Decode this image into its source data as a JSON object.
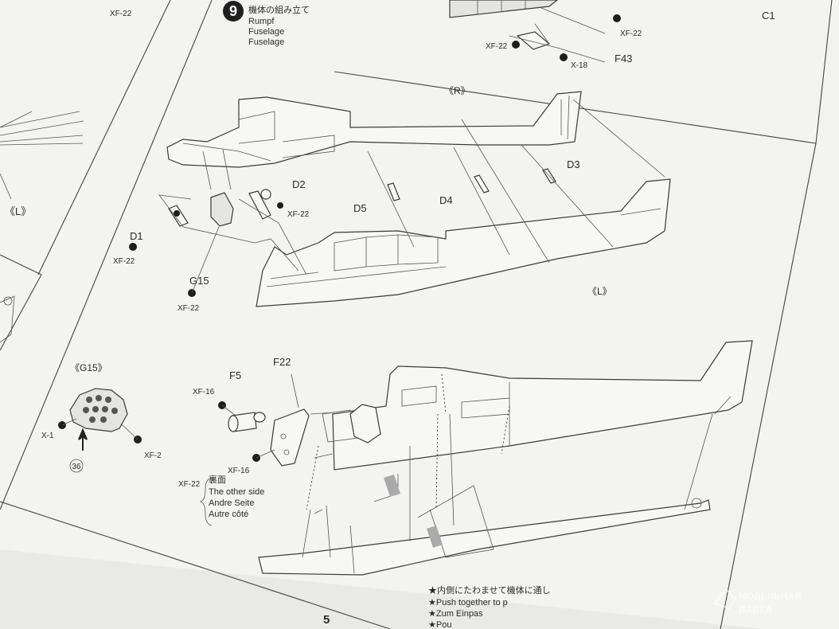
{
  "step": {
    "number": "9",
    "title_ja": "機体の組み立て",
    "title_de": "Rumpf",
    "title_en": "Fuselage",
    "title_fr": "Fuselage"
  },
  "top_fragment_labels": {
    "xf22_left": "XF-22",
    "xf22_right": "XF-22",
    "xf22_b": "XF-22",
    "x18": "X-18",
    "f43": "F43",
    "c1": "C1",
    "l_left": "《L》"
  },
  "upper_diagram": {
    "r_mark": "《R》",
    "l_mark": "《L》",
    "d1": "D1",
    "d1_paint": "XF-22",
    "d2": "D2",
    "d2_paint": "XF-22",
    "d3": "D3",
    "d4": "D4",
    "d5": "D5",
    "g15": "G15",
    "g15_paint": "XF-22"
  },
  "lower_diagram": {
    "g15_detail": "《G15》",
    "x1": "X-1",
    "xf2": "XF-2",
    "ref_step": "36",
    "f5": "F5",
    "f5_paint": "XF-16",
    "f22": "F22",
    "f22_paint": "XF-16",
    "otherside_paint": "XF-22",
    "otherside_ja": "裏面",
    "otherside_en": "The other side",
    "otherside_de": "Andre Seite",
    "otherside_fr": "Autre côté",
    "note1_ja": "★内側にたわませて機体に通し",
    "note1_en": "★Push together to p",
    "note1_de": "★Zum Einpas",
    "note1_fr": "★Pou"
  },
  "page_number": "5",
  "watermark": {
    "line1": "МОДЕЛЬНАЯ",
    "line2": "ЛАВКА"
  }
}
